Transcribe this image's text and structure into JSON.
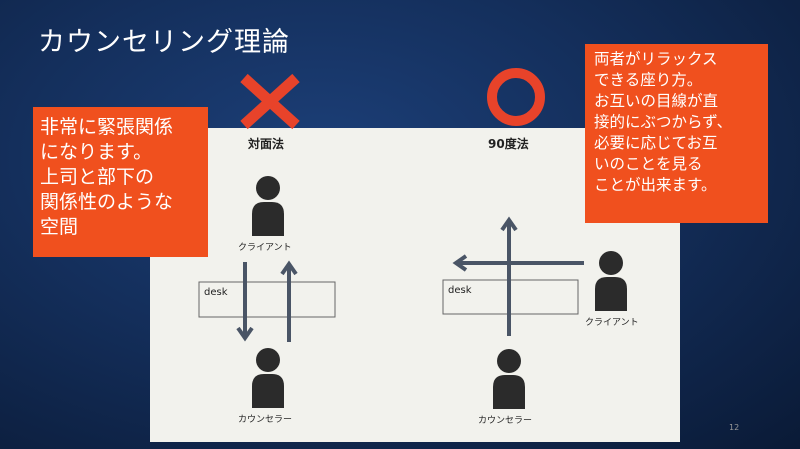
{
  "slide": {
    "title": "カウンセリング理論",
    "page_number": "12"
  },
  "left_diagram": {
    "heading": "対面法",
    "client_label": "クライアント",
    "desk_label": "desk",
    "counselor_label": "カウンセラー",
    "mark": "x-mark"
  },
  "right_diagram": {
    "heading": "90度法",
    "client_label": "クライアント",
    "desk_label": "desk",
    "counselor_label": "カウンセラー",
    "mark": "circle-mark"
  },
  "left_note": {
    "lines": [
      "非常に緊張関係",
      "になります。",
      "上司と部下の",
      "関係性のような",
      "空間"
    ]
  },
  "right_note": {
    "lines": [
      "両者がリラックス",
      "できる座り方。",
      "お互いの目線が直",
      "接的にぶつからず、",
      "必要に応じてお互",
      "いのことを見る",
      "ことが出来ます。"
    ]
  },
  "colors": {
    "background": "#142f5c",
    "note": "#f0501e",
    "mark": "#e8432a",
    "figure": "#2b2b2b",
    "arrow": "#4a5566",
    "panel": "#f2f2ed"
  }
}
